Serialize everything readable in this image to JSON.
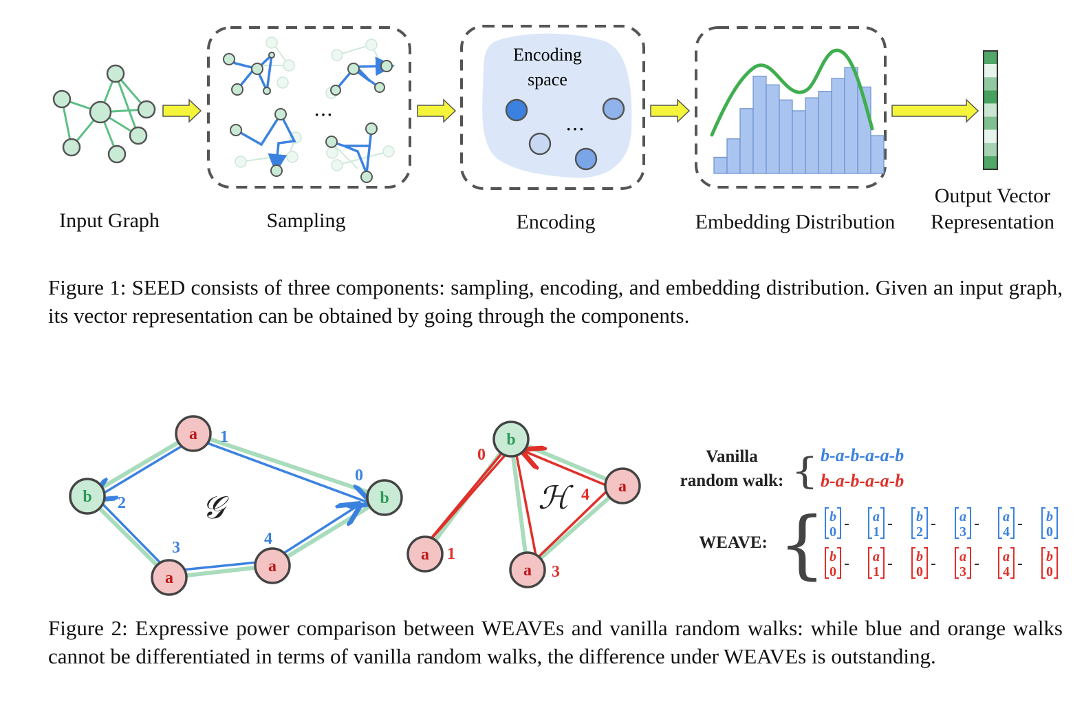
{
  "figure1": {
    "stages": [
      "Input Graph",
      "Sampling",
      "Encoding",
      "Embedding Distribution"
    ],
    "output_label_lines": [
      "Output Vector",
      "Representation"
    ],
    "encoding_space_lines": [
      "Encoding",
      "space"
    ],
    "ellipsis": "…",
    "caption": "Figure 1:  SEED consists of three components:  sampling, encoding, and embedding distribution. Given an input graph, its vector representation can be obtained by going through the components.",
    "histogram": {
      "values": [
        0.15,
        0.32,
        0.6,
        0.9,
        0.82,
        0.68,
        0.58,
        0.7,
        0.76,
        0.88,
        0.98,
        0.8,
        0.35
      ]
    },
    "output_vector": {
      "shades": [
        0.85,
        0.05,
        0.5,
        0.9,
        0.2,
        0.6,
        0.05,
        0.4,
        0.85
      ]
    },
    "colors": {
      "green": "#5cbf85",
      "blue": "#3b82e0",
      "arrow_yellow": "#f4f53a",
      "bar_fill": "#aac4f0"
    }
  },
  "figure2": {
    "graph_g": {
      "symbol": "𝒢",
      "nodes": [
        {
          "label": "a",
          "weight": "1",
          "color": "red"
        },
        {
          "label": "b",
          "weight": "2",
          "color": "green"
        },
        {
          "label": "b",
          "weight": "0",
          "color": "green"
        },
        {
          "label": "a",
          "weight": "3",
          "color": "red"
        },
        {
          "label": "a",
          "weight": "4",
          "color": "red"
        }
      ]
    },
    "graph_h": {
      "symbol": "ℋ",
      "nodes": [
        {
          "label": "b",
          "weight": "0",
          "color": "green"
        },
        {
          "label": "a",
          "weight": "4",
          "color": "red"
        },
        {
          "label": "a",
          "weight": "1",
          "color": "red"
        },
        {
          "label": "a",
          "weight": "3",
          "color": "red"
        }
      ]
    },
    "vanilla_label_lines": [
      "Vanilla",
      "random walk:"
    ],
    "vanilla_walks": [
      "b-a-b-a-a-b",
      "b-a-b-a-a-b"
    ],
    "weave_label": "WEAVE:",
    "weave_rows": [
      [
        [
          "b",
          "0"
        ],
        [
          "a",
          "1"
        ],
        [
          "b",
          "2"
        ],
        [
          "a",
          "3"
        ],
        [
          "a",
          "4"
        ],
        [
          "b",
          "0"
        ]
      ],
      [
        [
          "b",
          "0"
        ],
        [
          "a",
          "1"
        ],
        [
          "b",
          "0"
        ],
        [
          "a",
          "3"
        ],
        [
          "a",
          "4"
        ],
        [
          "b",
          "0"
        ]
      ]
    ],
    "caption": "Figure 2: Expressive power comparison between WEAVEs and vanilla random walks: while blue and orange walks cannot be differentiated in terms of vanilla random walks, the difference under WEAVEs is outstanding.",
    "colors": {
      "blue_walk": "#3b82e0",
      "red_walk": "#e0302a",
      "node_red": "#f4c4c4",
      "node_green": "#c9ebd6"
    }
  }
}
